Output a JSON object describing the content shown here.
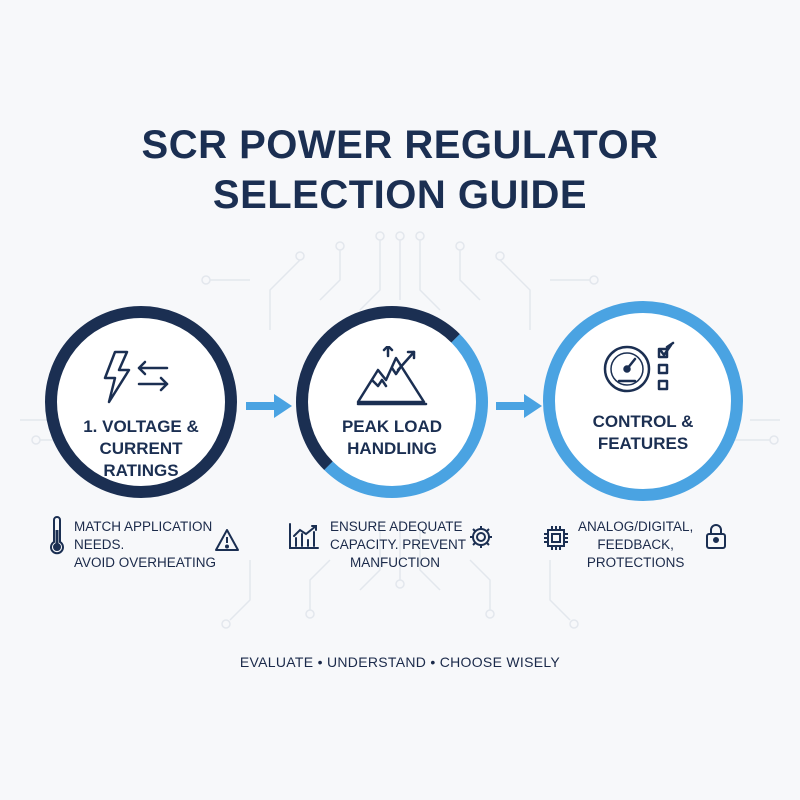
{
  "title": {
    "line1": "SCR POWER REGULATOR",
    "line2": "SELECTION GUIDE"
  },
  "steps": [
    {
      "label_line1": "1. VOLTAGE &",
      "label_line2": "CURRENT",
      "label_line3": "RATINGS",
      "icon": "lightning-transfer-icon",
      "desc_line1": "MATCH APPLICATION",
      "desc_line2": "NEEDS.",
      "desc_line3": "AVOID OVERHEATING",
      "left_icon": "thermometer-icon",
      "right_icon": "warning-icon"
    },
    {
      "label_line1": "PEAK LOAD",
      "label_line2": "HANDLING",
      "icon": "mountain-peak-icon",
      "desc_line1": "ENSURE ADEQUATE",
      "desc_line2": "CAPACITY. PREVENT",
      "desc_line3": "MANFUCTION",
      "left_icon": "bar-chart-icon",
      "right_icon": "gear-icon"
    },
    {
      "label_line1": "CONTROL &",
      "label_line2": "FEATURES",
      "icon": "gauge-checklist-icon",
      "desc_line1": "ANALOG/DIGITAL,",
      "desc_line2": "FEEDBACK,",
      "desc_line3": "PROTECTIONS",
      "left_icon": "chip-icon",
      "right_icon": "lock-icon"
    }
  ],
  "footer": "EVALUATE • UNDERSTAND • CHOOSE WISELY",
  "colors": {
    "navy": "#1b2f52",
    "blue": "#4aa3e2",
    "background": "#f7f8fa"
  }
}
